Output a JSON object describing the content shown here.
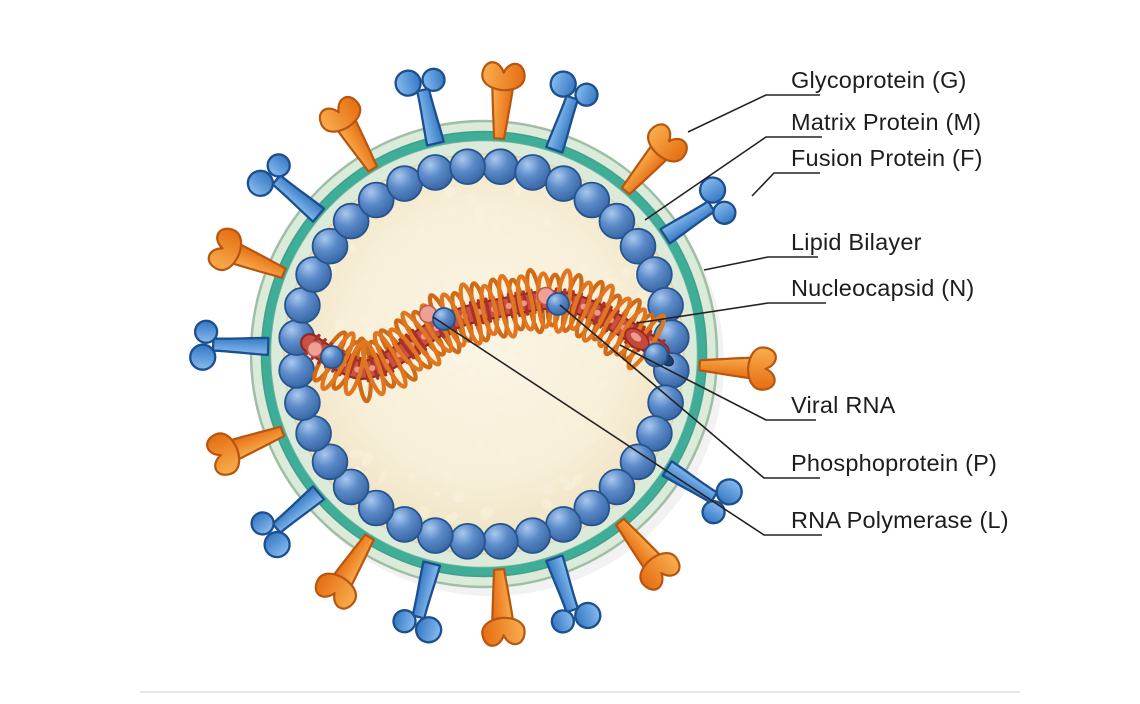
{
  "figure": {
    "kind": "virus-structure-diagram",
    "subject": "Cross-section of an enveloped virus with labeled structural proteins"
  },
  "labels": [
    {
      "id": "glycoprotein",
      "text": "Glycoprotein (G)"
    },
    {
      "id": "matrix-protein",
      "text": "Matrix Protein (M)"
    },
    {
      "id": "fusion-protein",
      "text": "Fusion Protein (F)"
    },
    {
      "id": "lipid-bilayer",
      "text": "Lipid Bilayer"
    },
    {
      "id": "nucleocapsid",
      "text": "Nucleocapsid (N)"
    },
    {
      "id": "viral-rna",
      "text": "Viral RNA"
    },
    {
      "id": "phosphoprotein",
      "text": "Phosphoprotein (P)"
    },
    {
      "id": "rna-polymerase",
      "text": "RNA Polymerase (L)"
    }
  ],
  "counts": {
    "orange_glycoprotein_spikes": 9,
    "blue_fusion_spikes": 9,
    "matrix_spheres": 36
  },
  "colors": {
    "background": "#ffffff",
    "label_text": "#1d1d1d",
    "leader_line": "#222222",
    "spike_orange": "#ed7d31",
    "spike_orange_outline": "#b85510",
    "spike_blue": "#4a90d9",
    "spike_blue_outline": "#1b4f8f",
    "envelope_pale_green": "#dcead9",
    "lipid_teal": "#3fae98",
    "matrix_sphere_blue": "#4379c0",
    "sphere_outline": "#24558e",
    "interior_cream": "#f7efd8",
    "interior_texture": "#f9f1dc",
    "capsid_red": "#cb5044",
    "capsid_dark": "#a93226",
    "capsid_pink": "#efa094",
    "rna_coil_orange": "#e0761f",
    "polymerase_red": "#c2493c",
    "navy_tip": "#1e3f6e"
  }
}
